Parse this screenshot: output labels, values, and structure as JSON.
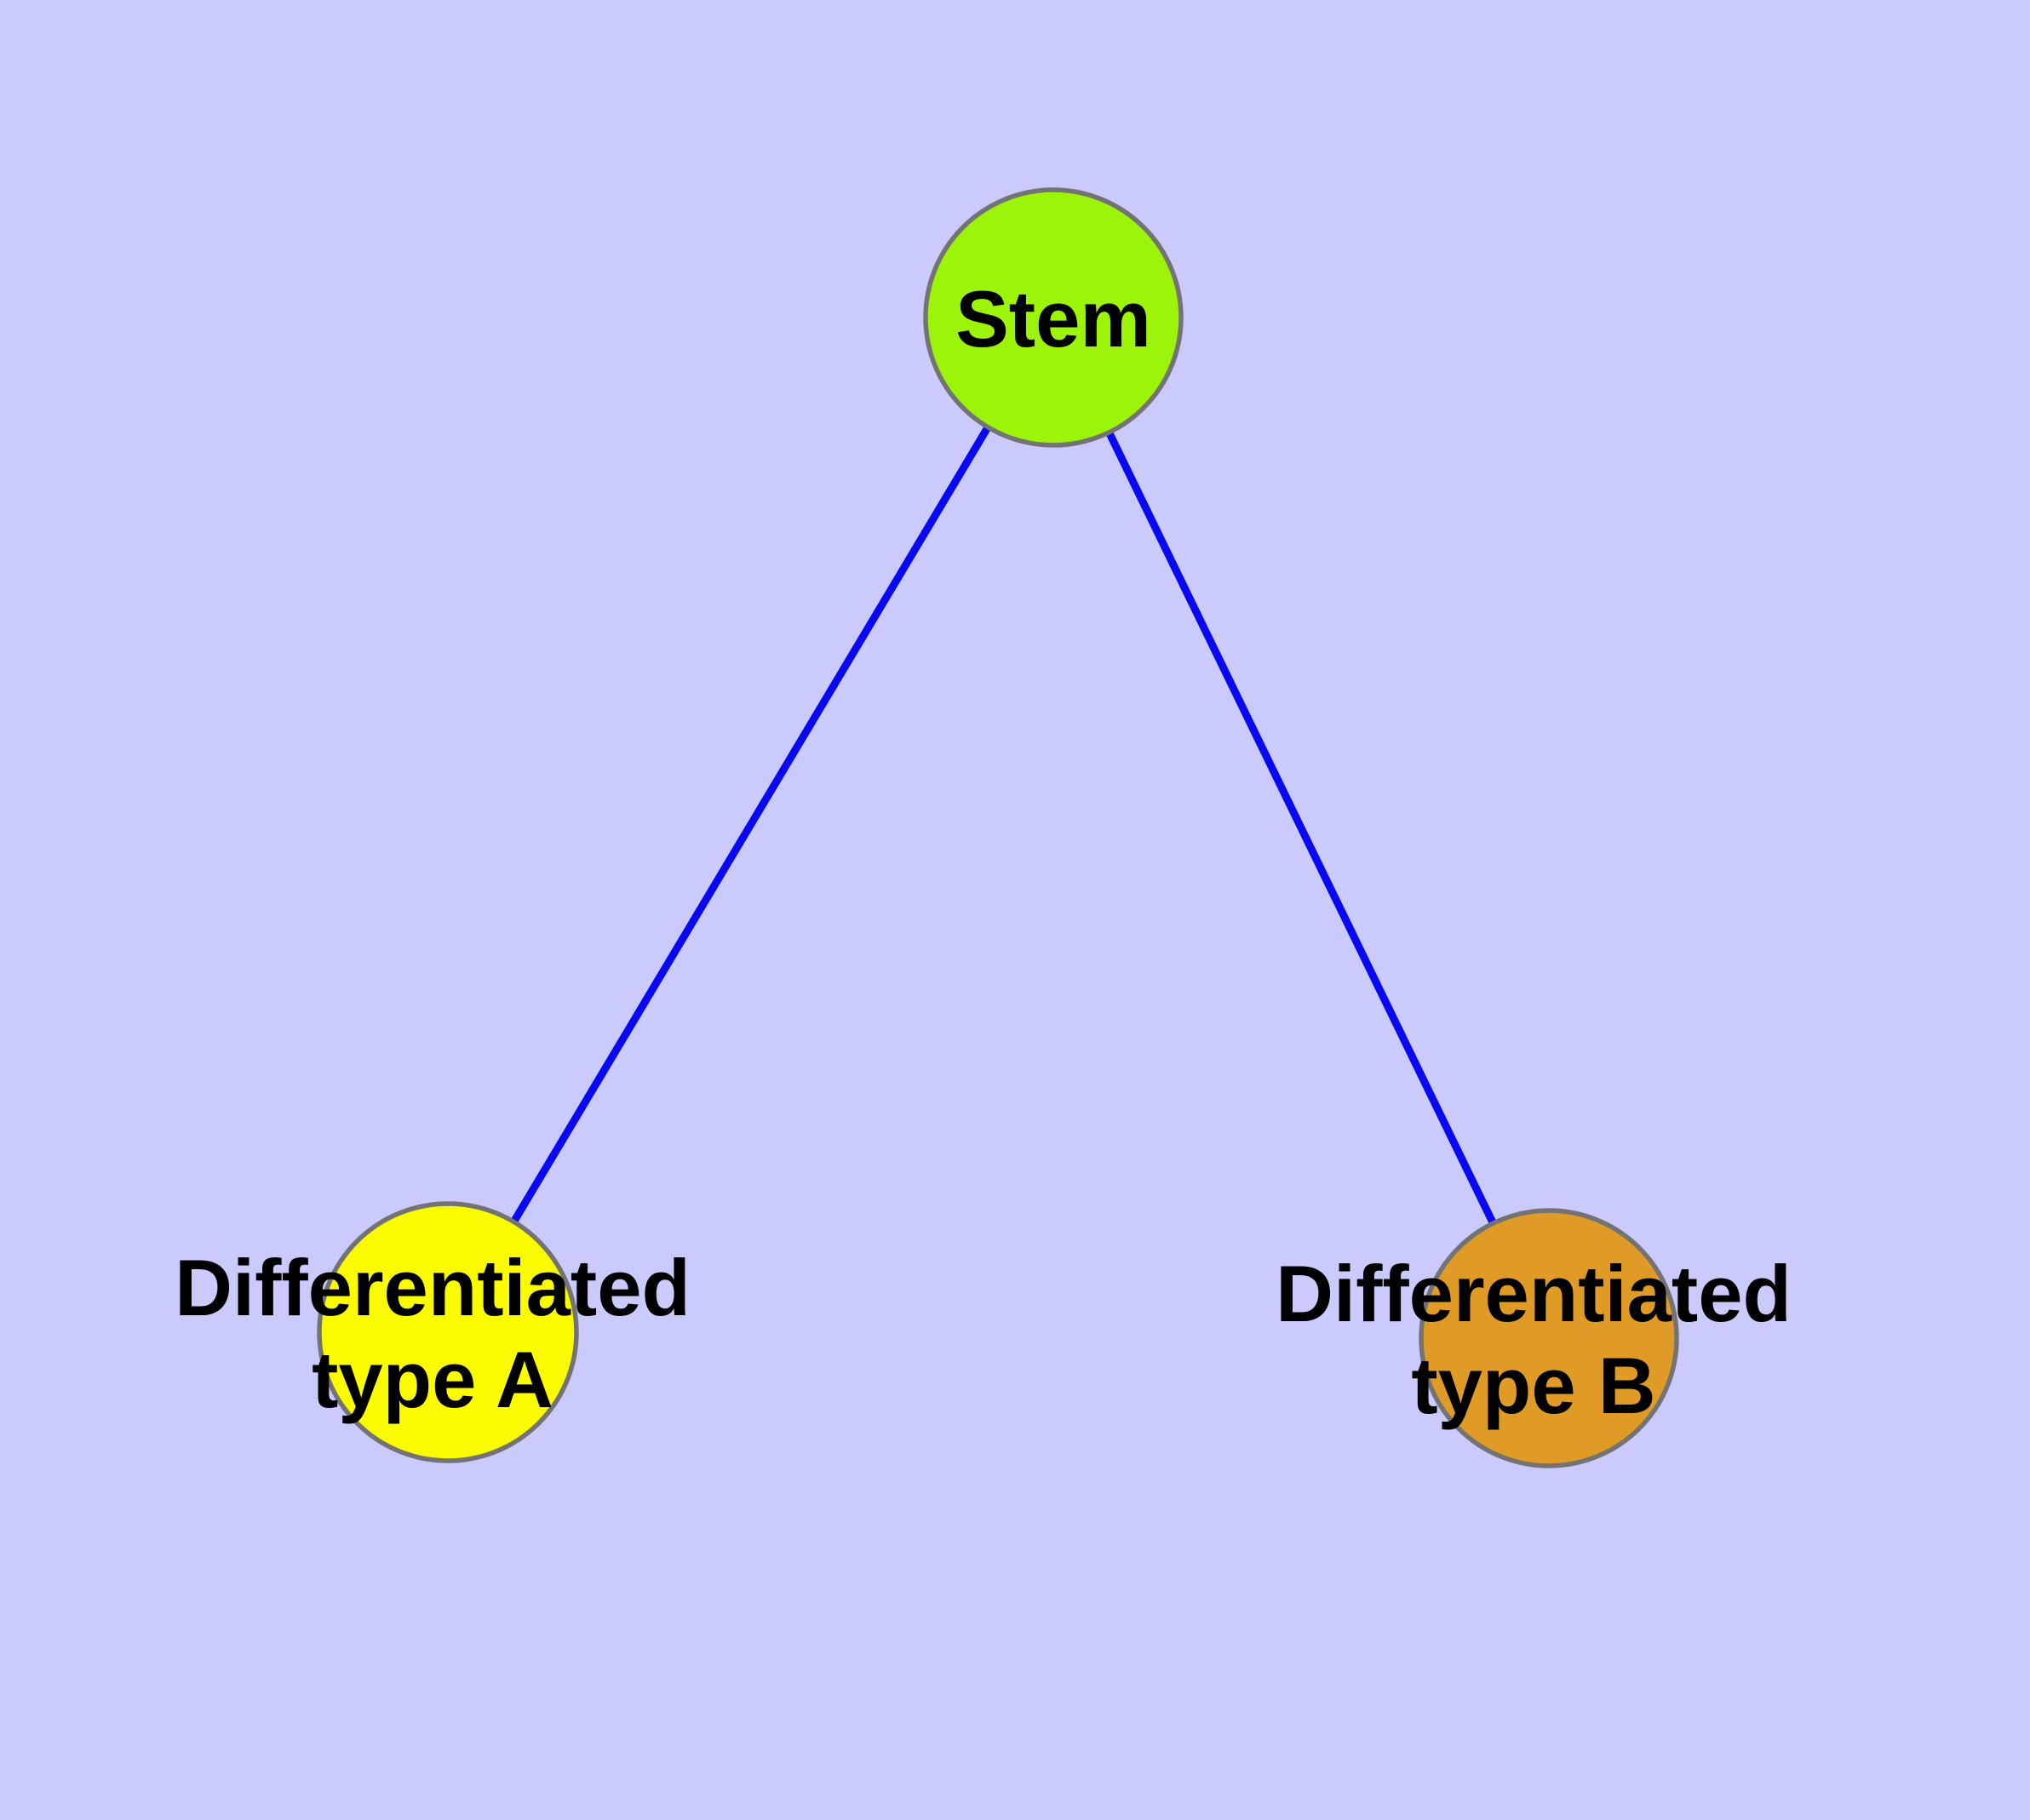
{
  "diagram": {
    "type": "graph",
    "description": "Stem cell differentiation diagram: one stem node with edges to two differentiated cell type nodes",
    "background_color": "#CACAFC",
    "edge_color": "#0808F2",
    "node_border_color": "#737373",
    "text_color": "#000000",
    "nodes": [
      {
        "id": "stem",
        "label": "Stem",
        "label_line1": "Stem",
        "label_line2": "",
        "fill": "#9CF408"
      },
      {
        "id": "differentiated-type-a",
        "label": "Differentiated type A",
        "label_line1": "Differentiated",
        "label_line2": "type A",
        "fill": "#FBFB00"
      },
      {
        "id": "differentiated-type-b",
        "label": "Differentiated type B",
        "label_line1": "Differentiated",
        "label_line2": "type B",
        "fill": "#E09A26"
      }
    ],
    "edges": [
      {
        "from": "stem",
        "to": "differentiated-type-a"
      },
      {
        "from": "stem",
        "to": "differentiated-type-b"
      }
    ]
  }
}
